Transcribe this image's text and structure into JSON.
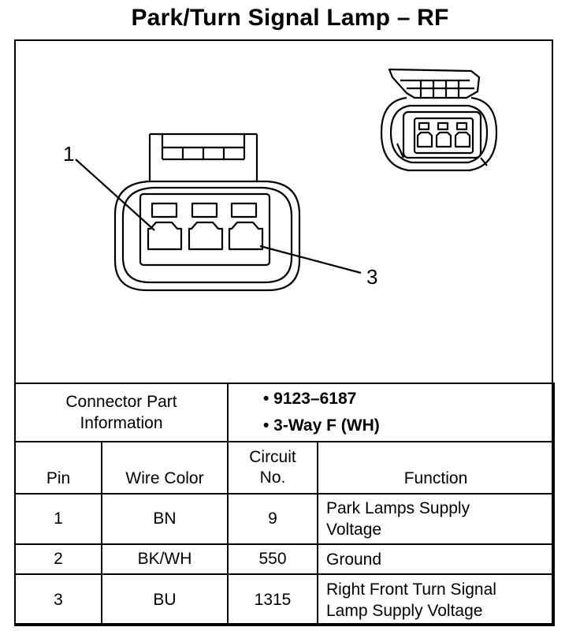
{
  "title": "Park/Turn Signal Lamp – RF",
  "diagram": {
    "pin_labels": [
      "1",
      "3"
    ]
  },
  "connector_info": {
    "label_line1": "Connector Part",
    "label_line2": "Information",
    "items": [
      "•  9123–6187",
      "•  3-Way F (WH)"
    ]
  },
  "table": {
    "headers": {
      "pin": "Pin",
      "wire_color": "Wire Color",
      "circuit_line1": "Circuit",
      "circuit_line2": "No.",
      "function": "Function"
    },
    "rows": [
      {
        "pin": "1",
        "wire_color": "BN",
        "circuit": "9",
        "function_line1": "Park Lamps Supply",
        "function_line2": "Voltage"
      },
      {
        "pin": "2",
        "wire_color": "BK/WH",
        "circuit": "550",
        "function_line1": "Ground",
        "function_line2": ""
      },
      {
        "pin": "3",
        "wire_color": "BU",
        "circuit": "1315",
        "function_line1": "Right Front Turn Signal",
        "function_line2": "Lamp Supply Voltage"
      }
    ]
  }
}
